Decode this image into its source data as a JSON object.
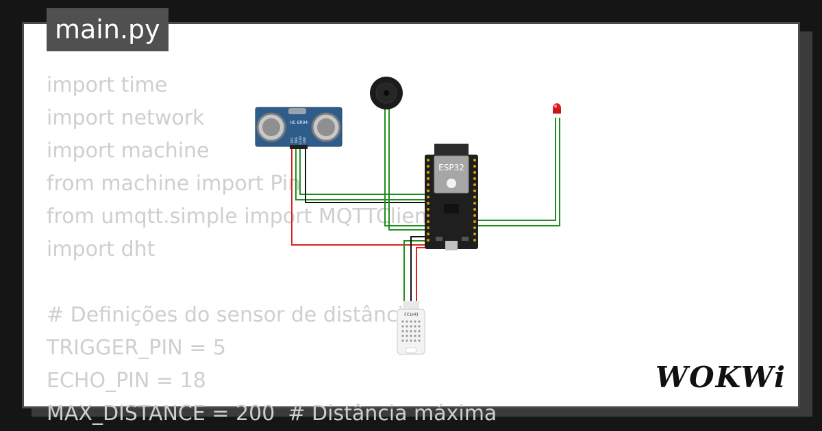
{
  "tab": {
    "filename": "main.py"
  },
  "code_lines": [
    "import time",
    "import network",
    "import machine",
    "from machine import Pin",
    "from umqtt.simple import MQTTClient",
    "import dht",
    "",
    "# Definições do sensor de distância",
    "TRIGGER_PIN = 5",
    "ECHO_PIN = 18",
    "MAX_DISTANCE = 200  # Distância máxima"
  ],
  "components": {
    "ultrasonic_label": "HC-SR04",
    "ultrasonic_pins": [
      "VCC",
      "TRIG",
      "ECHO",
      "GND"
    ],
    "mcu_label": "ESP32",
    "dht_label": "DHT22"
  },
  "brand": {
    "logo": "WOKWi"
  },
  "colors": {
    "wire_green": "#1e8f1e",
    "wire_red": "#e02020",
    "wire_black": "#111111",
    "sensor_blue": "#2e5d8c",
    "led_red": "#e01b1b"
  }
}
